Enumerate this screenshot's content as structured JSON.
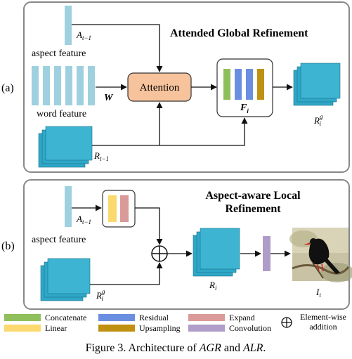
{
  "panel_a": {
    "label": "(a)",
    "title": "Attended Global Refinement",
    "aspect_feature": "aspect feature",
    "aspect_symbol": "A",
    "aspect_sub": "t−1",
    "word_feature": "word feature",
    "word_symbol": "W",
    "attention_label": "Attention",
    "f_symbol": "F",
    "f_sub": "i",
    "r_prev_symbol": "R",
    "r_prev_sub": "t−1",
    "r_out_symbol": "R",
    "r_out_sup": "g",
    "r_out_sub": "i"
  },
  "panel_b": {
    "label": "(b)",
    "title_line1": "Aspect-aware Local",
    "title_line2": "Refinement",
    "aspect_feature": "aspect feature",
    "aspect_symbol": "A",
    "aspect_sub": "t−1",
    "rg_symbol": "R",
    "rg_sup": "g",
    "rg_sub": "i",
    "ri_symbol": "R",
    "ri_sub": "i",
    "image_symbol": "I",
    "image_sub": "t"
  },
  "legend": {
    "concatenate": "Concatenate",
    "linear": "Linear",
    "residual": "Residual",
    "upsampling": "Upsampling",
    "expand": "Expand",
    "convolution": "Convolution",
    "elementwise_line1": "Element-wise",
    "elementwise_line2": "addition"
  },
  "caption": {
    "prefix": "Figure 3. Architecture of ",
    "agr": "AGR",
    "and": " and ",
    "alr": "ALR",
    "suffix": "."
  },
  "colors": {
    "feature_bar": "#9fd0e0",
    "tensor": "#2fa8c8",
    "tensor_top": "#5cc6df",
    "attention_fill": "#f7c39c",
    "attention_stroke": "#b06030",
    "concatenate": "#8fbf5a",
    "linear": "#fcd96e",
    "residual": "#6b8fe0",
    "upsampling": "#c09010",
    "expand": "#d99a98",
    "convolution": "#b09cc8",
    "panel_border": "#888888"
  }
}
